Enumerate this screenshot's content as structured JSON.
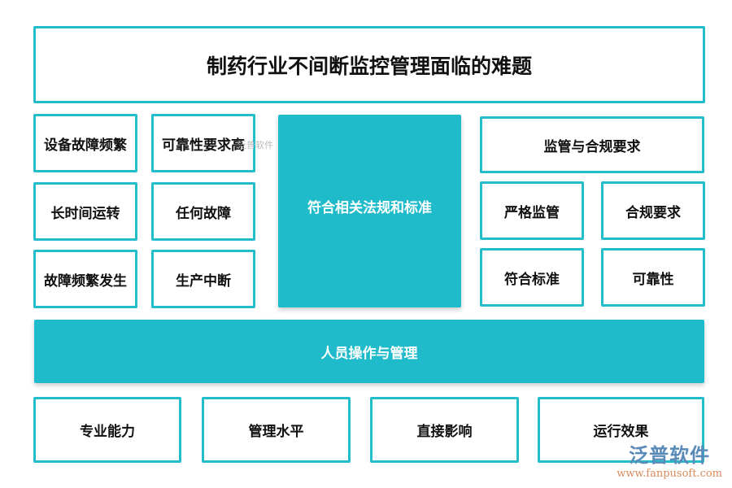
{
  "title": "制药行业不间断监控管理面临的难题",
  "left": {
    "col1": [
      "设备故障频繁",
      "长时间运转",
      "故障频繁发生"
    ],
    "col2": [
      "可靠性要求高",
      "任何故障",
      "生产中断"
    ]
  },
  "center": "符合相关法规和标准",
  "right": {
    "header": "监管与合规要求",
    "items": [
      "严格监管",
      "合规要求",
      "符合标准",
      "可靠性"
    ]
  },
  "band": "人员操作与管理",
  "bottom": [
    "专业能力",
    "管理水平",
    "直接影响",
    "运行效果"
  ],
  "watermark": {
    "name": "泛普软件",
    "url": "www.fanpusoft.com",
    "faint": "泛普软件"
  },
  "colors": {
    "accent": "#22bccb"
  }
}
